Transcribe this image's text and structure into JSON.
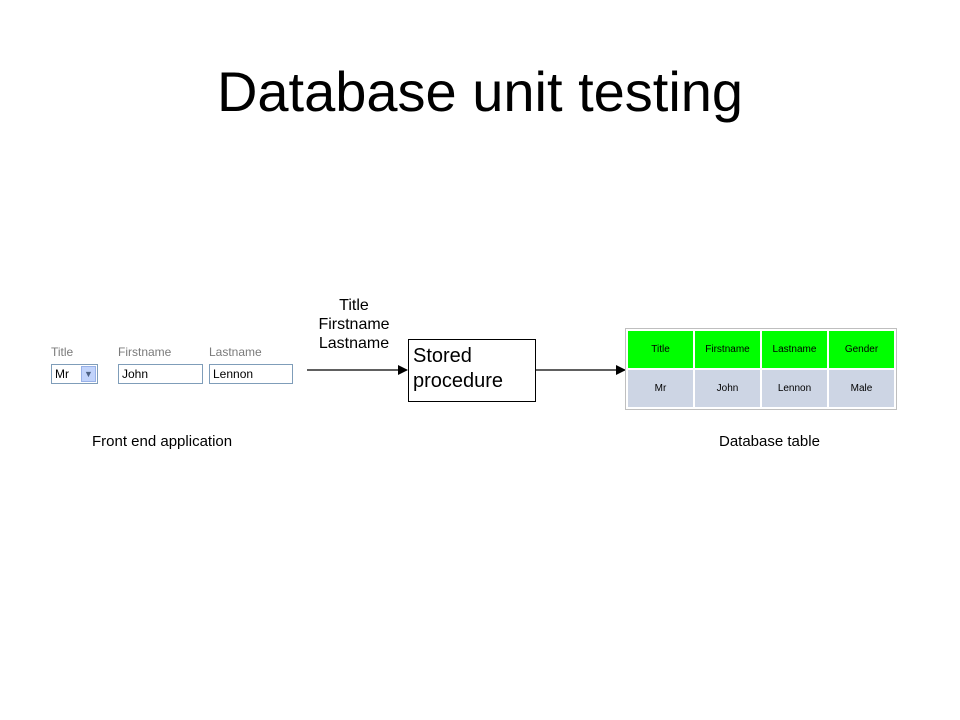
{
  "title": "Database unit testing",
  "form": {
    "title_label": "Title",
    "firstname_label": "Firstname",
    "lastname_label": "Lastname",
    "title_value": "Mr",
    "firstname_value": "John",
    "lastname_value": "Lennon"
  },
  "captions": {
    "front_end": "Front end application",
    "database": "Database table"
  },
  "params": [
    "Title",
    "Firstname",
    "Lastname"
  ],
  "procedure": {
    "line1": "Stored",
    "line2": "procedure"
  },
  "table": {
    "headers": [
      "Title",
      "Firstname",
      "Lastname",
      "Gender"
    ],
    "row": [
      "Mr",
      "John",
      "Lennon",
      "Male"
    ]
  },
  "colors": {
    "header_fill": "#00ff00",
    "row_fill": "#cdd5e4"
  }
}
